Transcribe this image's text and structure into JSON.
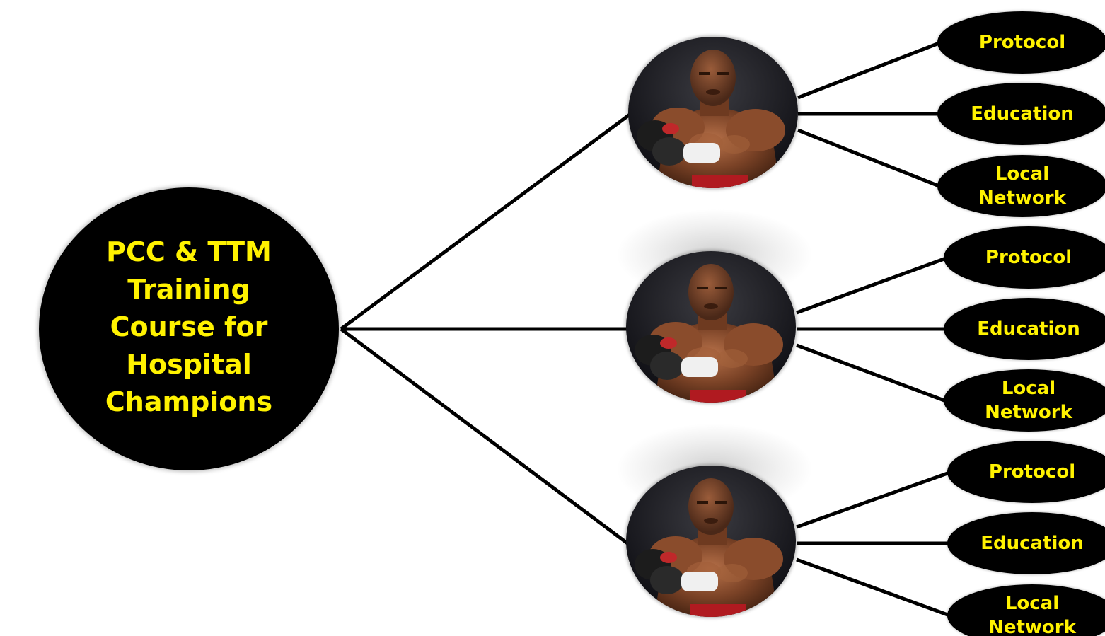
{
  "root": {
    "label": "PCC & TTM\nTraining\nCourse for\nHospital\nChampions"
  },
  "branches": [
    {
      "photo": "boxer-photo",
      "leaves": [
        "Protocol",
        "Education",
        "Local\nNetwork"
      ]
    },
    {
      "photo": "boxer-photo",
      "leaves": [
        "Protocol",
        "Education",
        "Local\nNetwork"
      ]
    },
    {
      "photo": "boxer-photo",
      "leaves": [
        "Protocol",
        "Education",
        "Local\nNetwork"
      ]
    }
  ],
  "colors": {
    "node_fill": "#000000",
    "label_text": "#fff200",
    "connector": "#000000",
    "background": "#ffffff"
  }
}
